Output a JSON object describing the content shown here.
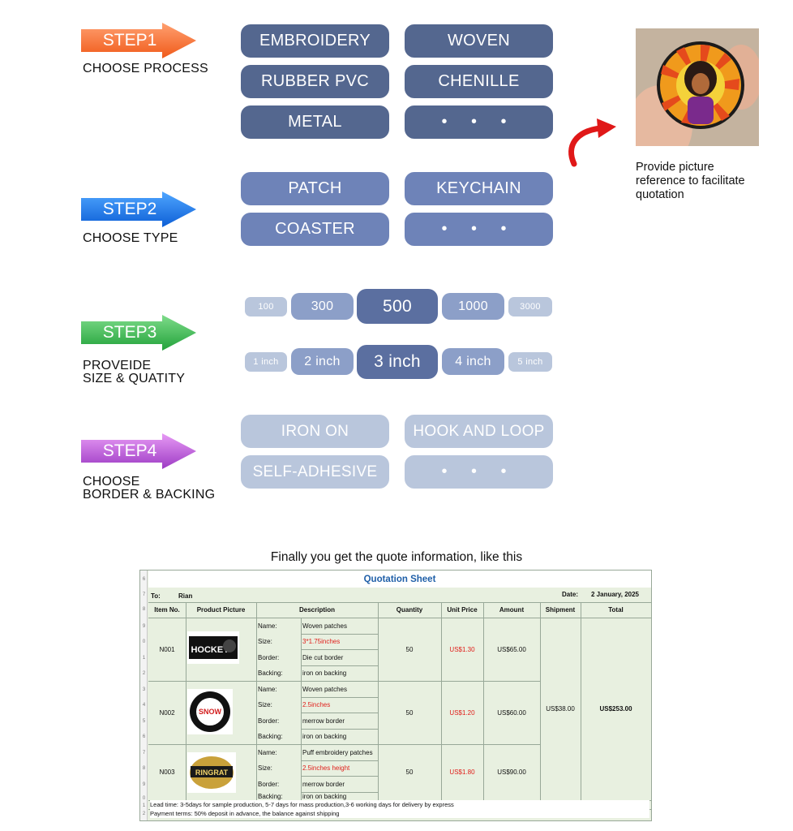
{
  "steps": [
    {
      "badge": "STEP1",
      "label_lines": [
        "CHOOSE PROCESS"
      ],
      "color": "#f4722b"
    },
    {
      "badge": "STEP2",
      "label_lines": [
        "CHOOSE TYPE"
      ],
      "color": "#1f78e0"
    },
    {
      "badge": "STEP3",
      "label_lines": [
        "PROVEIDE",
        "SIZE & QUATITY"
      ],
      "color": "#2faf45"
    },
    {
      "badge": "STEP4",
      "label_lines": [
        "CHOOSE",
        "BORDER & BACKING"
      ],
      "color": "#b04fd0"
    }
  ],
  "process_options": [
    "EMBROIDERY",
    "WOVEN",
    "RUBBER PVC",
    "CHENILLE",
    "METAL",
    "• • •"
  ],
  "type_options": [
    "PATCH",
    "KEYCHAIN",
    "COASTER",
    "• • •"
  ],
  "quantity_options": [
    "100",
    "300",
    "500",
    "1000",
    "3000"
  ],
  "size_options": [
    "1 inch",
    "2 inch",
    "3 inch",
    "4 inch",
    "5 inch"
  ],
  "backing_options": [
    "IRON ON",
    "HOOK AND LOOP",
    "SELF-ADHESIVE",
    "• • •"
  ],
  "reference": {
    "caption_lines": [
      "Provide picture",
      "reference to facilitate",
      "quotation"
    ]
  },
  "quote_heading": "Finally you get the quote information, like this",
  "sheet": {
    "title": "Quotation Sheet",
    "to_label": "To:",
    "to_value": "Rian",
    "date_label": "Date:",
    "date_value": "2 January, 2025",
    "headers": [
      "Item No.",
      "Product Picture",
      "Description",
      "Quantity",
      "Unit Price",
      "Amount",
      "Shipment",
      "Total"
    ],
    "rows": [
      {
        "item": "N001",
        "name": "Woven patches",
        "size": "3*1.75inches",
        "border": "Die cut border",
        "backing": "iron on backing",
        "quantity": "50",
        "unit_price": "US$1.30",
        "amount": "US$65.00",
        "patch_text": "HOCKEY"
      },
      {
        "item": "N002",
        "name": "Woven patches",
        "size": "2.5inches",
        "border": "merrow border",
        "backing": "iron on backing",
        "quantity": "50",
        "unit_price": "US$1.20",
        "amount": "US$60.00",
        "patch_text": "SNOW"
      },
      {
        "item": "N003",
        "name": "Puff embroidery patches",
        "size": "2.5inches height",
        "border": "merrow border",
        "backing": "iron on backing",
        "quantity": "50",
        "unit_price": "US$1.80",
        "amount": "US$90.00",
        "patch_text": "RINGRAT"
      }
    ],
    "desc_labels": {
      "name": "Name:",
      "size": "Size:",
      "border": "Border:",
      "backing": "Backing:"
    },
    "shipment": "US$38.00",
    "total": "US$253.00",
    "lead_time": "Lead time: 3-5days for sample production, 5-7 days for mass production,3-6 working days for delivery by express",
    "payment": "Payment terms:   50% deposit in advance, the balance against shipping",
    "row_numbers": [
      "6",
      "7",
      "8",
      "9",
      "0",
      "1",
      "2",
      "3",
      "4",
      "5",
      "6",
      "7",
      "8",
      "9",
      "0",
      "1",
      "2"
    ]
  }
}
